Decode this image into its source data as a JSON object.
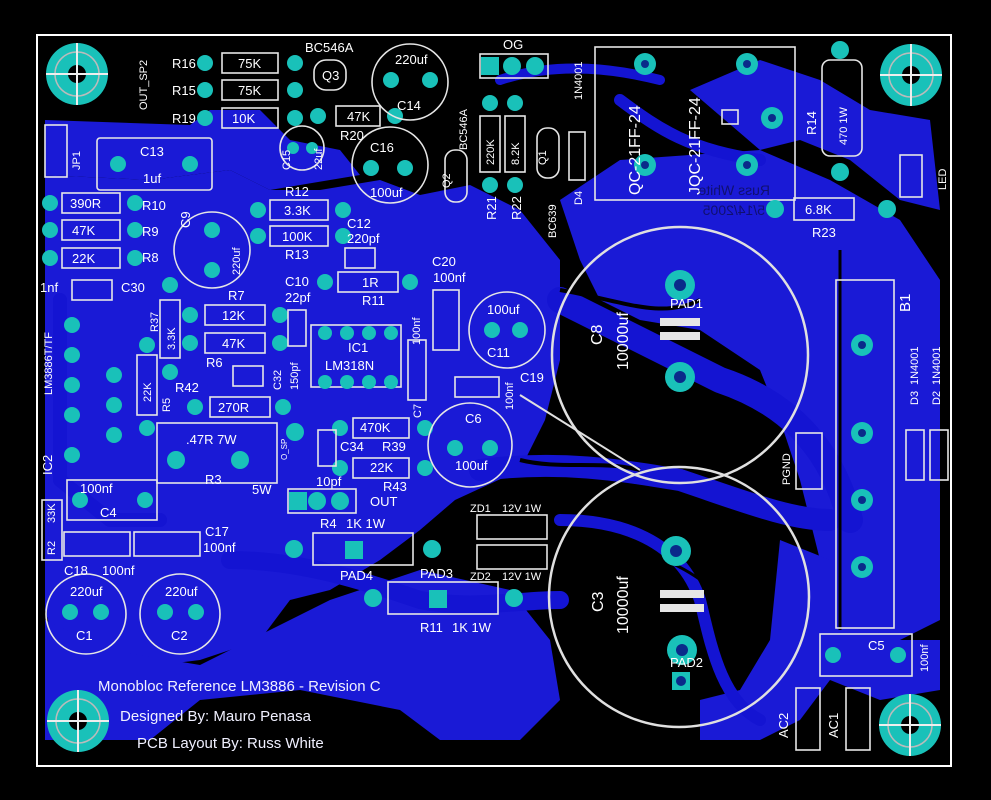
{
  "colors": {
    "background": "#000000",
    "copper": "#1a1ad6",
    "pad": "#19c1b9",
    "silkscreen": "#e6e6e6",
    "border": "#ffffff"
  },
  "credits": {
    "line1": "Monobloc Reference LM3886 - Revision C",
    "line2": "Designed By: Mauro Penasa",
    "line3": "PCB Layout By: Russ White"
  },
  "labels": {
    "out_sp2": "OUT_SP2",
    "r16": "R16",
    "r16v": "75K",
    "r15": "R15",
    "r15v": "75K",
    "r19": "R19",
    "r19v": "10K",
    "bc546a_top": "BC546A",
    "q3": "Q3",
    "r20": "R20",
    "r20v": "47K",
    "c14v": "220uf",
    "c14": "C14",
    "og": "OG",
    "n4001_d4": "1N4001",
    "relay1": "QC-21FF-24",
    "relay2": "JQC-21FF-24",
    "r14": "R14",
    "r14v": "470 1W",
    "led": "LED",
    "jp1": "JP1",
    "c13": "C13",
    "c13v": "1uf",
    "c15": "C15",
    "c15v": "22uf",
    "c16": "C16",
    "c16v": "100uf",
    "bc546a_q2": "BC546A",
    "q2": "Q2",
    "r21": "R21",
    "r21v": "220K",
    "r22": "R22",
    "r22v": "8.2K",
    "q1": "Q1",
    "bc639": "BC639",
    "d4": "D4",
    "r23": "R23",
    "r23v": "6.8K",
    "r10": "R10",
    "r10v": "390R",
    "r9": "R9",
    "r9v": "47K",
    "r8": "R8",
    "r8v": "22K",
    "c9": "C9",
    "c9v": "220uf",
    "r12": "R12",
    "r12v": "3.3K",
    "r13": "R13",
    "r13v": "100K",
    "c12": "C12",
    "c12v": "220pf",
    "r1v": "1R",
    "r11": "R11",
    "c20": "C20",
    "c20v": "100nf",
    "c30v": "1nf",
    "c30": "C30",
    "ic_lm3886": "LM3886T/TF",
    "r37": "R37",
    "r37v": "3.3K",
    "r7": "R7",
    "r7v": "12K",
    "r6": "R6",
    "r6v": "47K",
    "c10": "C10",
    "c10v": "22pf",
    "ic1": "IC1",
    "ic1v": "LM318N",
    "c7v": "100nf",
    "c7": "C7",
    "c11v": "100uf",
    "c11": "C11",
    "c32": "C32",
    "c32v": "150pf",
    "r5": "R5",
    "r5v": "22K",
    "r42": "R42",
    "r42v": "270R",
    "c19v": "100nf",
    "c19": "C19",
    "c8": "C8",
    "c8v": "10000uf",
    "pad1": "PAD1",
    "b1": "B1",
    "ic2": "IC2",
    "r3_box": ".47R 7W",
    "r3": "R3",
    "r3w": "5W",
    "o_sp": "O_SP",
    "c34": "C34",
    "r39": "R39",
    "r39v": "470K",
    "r43": "R43",
    "r43v": "22K",
    "c6": "C6",
    "c6v": "100uf",
    "c34v": "10pf",
    "out": "OUT",
    "pgnd": "PGND",
    "d3": "D3",
    "d3v": "1N4001",
    "d2": "D2",
    "d2v": "1N4001",
    "r2": "R2",
    "r2v": "33K",
    "c4": "C4",
    "c4v": "100nf",
    "r4": "R4",
    "r4v": "1K 1W",
    "zd1": "ZD1",
    "zd1v": "12V 1W",
    "zd2": "ZD2",
    "zd2v": "12V 1W",
    "c17": "C17",
    "c17v": "100nf",
    "c18": "C18",
    "c18v": "100nf",
    "pad4": "PAD4",
    "pad3": "PAD3",
    "r11b": "R11",
    "r11bv": "1K 1W",
    "c3": "C3",
    "c3v": "10000uf",
    "c1": "C1",
    "c1v": "220uf",
    "c2": "C2",
    "c2v": "220uf",
    "pad2": "PAD2",
    "c5": "C5",
    "c5v": "100nf",
    "ac2": "AC2",
    "ac1": "AC1",
    "date": "5/14/2005",
    "rw": "Russ White"
  }
}
